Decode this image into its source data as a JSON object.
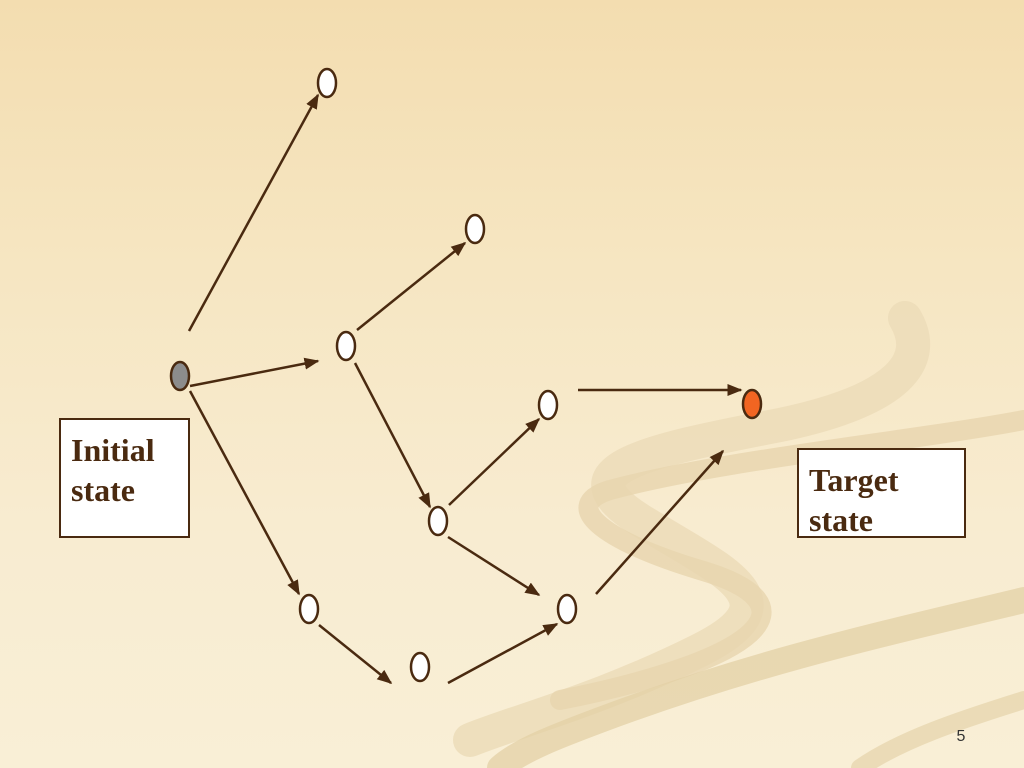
{
  "labels": {
    "initial": "Initial\nstate",
    "target": "Target\nstate"
  },
  "page_number": "5",
  "colors": {
    "edge": "#4a2a10",
    "node_fill": "#ffffff",
    "initial_fill": "#8c8c8c",
    "target_fill": "#f26522"
  },
  "graph": {
    "nodes": [
      {
        "id": "initial",
        "kind": "initial"
      },
      {
        "id": "n-top",
        "kind": "state"
      },
      {
        "id": "n-upper-right",
        "kind": "state"
      },
      {
        "id": "n-mid",
        "kind": "state"
      },
      {
        "id": "n-right",
        "kind": "state"
      },
      {
        "id": "n-center",
        "kind": "state"
      },
      {
        "id": "target",
        "kind": "target"
      },
      {
        "id": "n-lower-left",
        "kind": "state"
      },
      {
        "id": "n-bottom",
        "kind": "state"
      },
      {
        "id": "n-lower-right",
        "kind": "state"
      }
    ],
    "edges": [
      {
        "from": "initial",
        "to": "n-top"
      },
      {
        "from": "initial",
        "to": "n-mid"
      },
      {
        "from": "initial",
        "to": "n-lower-left"
      },
      {
        "from": "n-mid",
        "to": "n-upper-right"
      },
      {
        "from": "n-mid",
        "to": "n-center"
      },
      {
        "from": "n-center",
        "to": "n-right"
      },
      {
        "from": "n-center",
        "to": "n-lower-right"
      },
      {
        "from": "n-right",
        "to": "target"
      },
      {
        "from": "n-lower-left",
        "to": "n-bottom"
      },
      {
        "from": "n-bottom",
        "to": "n-lower-right"
      },
      {
        "from": "n-lower-right",
        "to": "target"
      }
    ]
  }
}
